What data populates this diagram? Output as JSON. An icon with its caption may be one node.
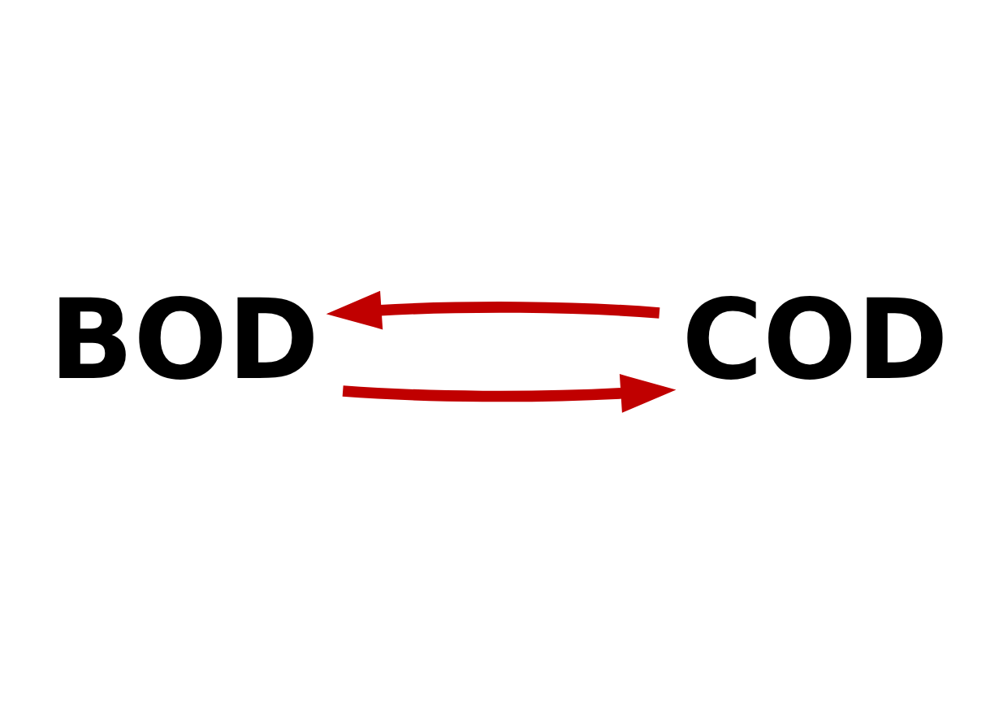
{
  "diagram": {
    "nodes": [
      {
        "text": [
          "BOD"
        ]
      },
      {
        "text": [
          "COD"
        ]
      }
    ],
    "edges": [
      {
        "from": 0,
        "to": 1,
        "arrow": "to"
      },
      {
        "from": 1,
        "to": 0,
        "arrow": "to"
      }
    ]
  }
}
